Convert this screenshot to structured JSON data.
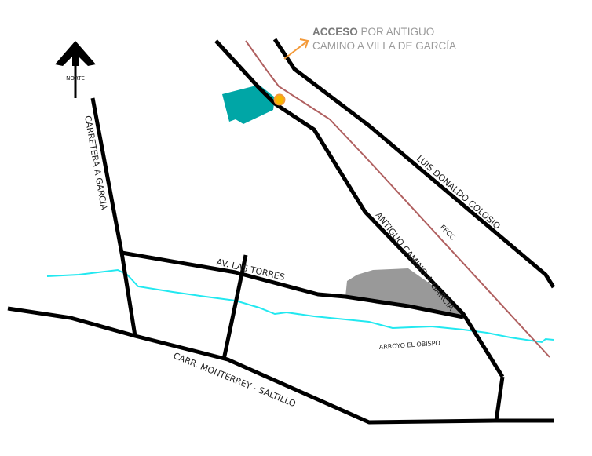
{
  "north_label": "NORTE",
  "access": {
    "bold": "ACCESO",
    "line1": "POR ANTIGUO",
    "line2": "CAMINO A VILLA DE GARCÍA"
  },
  "roads": {
    "carretera_garcia": "CARRETERA A GARCIA",
    "av_las_torres": "AV. LAS TORRES",
    "antiguo_camino": "ANTIGUO CAMINO A GARCIA",
    "colosio": "LUIS DONALDO COLOSIO",
    "ffcc": "FFCC",
    "monterrey_saltillo": "CARR. MONTERREY - SALTILLO"
  },
  "river": "ARROYO EL OBISPO",
  "colors": {
    "road": "#000000",
    "railway": "#b06060",
    "river": "#22e8f0",
    "site": "#00a6a6",
    "zone": "#999999",
    "marker": "#f7b500",
    "arrow": "#f39a3a"
  }
}
